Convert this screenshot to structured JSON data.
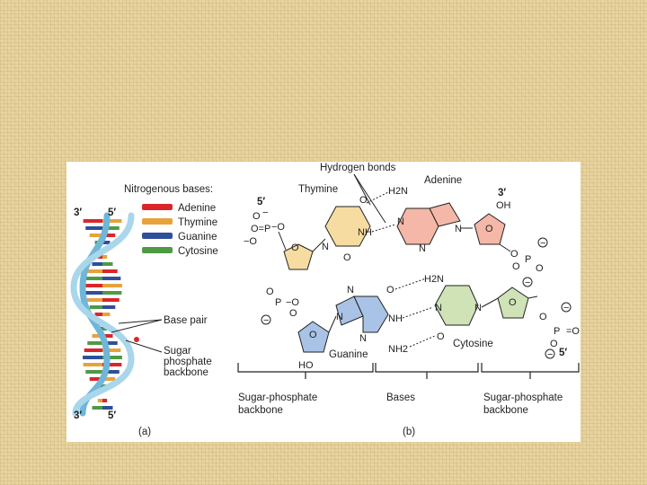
{
  "panel_a": {
    "strand_top_left": "3′",
    "strand_top_right": "5′",
    "strand_bottom_left": "3′",
    "strand_bottom_right": "5′",
    "legend_title": "Nitrogenous bases:",
    "legend": [
      {
        "label": "Adenine",
        "color": "#d9262b"
      },
      {
        "label": "Thymine",
        "color": "#e8a23a"
      },
      {
        "label": "Guanine",
        "color": "#2f4f9a"
      },
      {
        "label": "Cytosine",
        "color": "#4f9a45"
      }
    ],
    "base_pair_label": "Base pair",
    "sugar_label_1": "Sugar",
    "sugar_label_2": "phosphate",
    "sugar_label_3": "backbone",
    "caption": "(a)"
  },
  "panel_b": {
    "hydrogen_bonds": "Hydrogen bonds",
    "adenine": "Adenine",
    "thymine": "Thymine",
    "guanine": "Guanine",
    "cytosine": "Cytosine",
    "prime5_top": "5′",
    "prime3_top": "3′",
    "prime5_bottom": "5′",
    "oh": "OH",
    "ho": "HO",
    "h2n_adenine": "H2N",
    "h2n_cytosine": "H2N",
    "nh_thymine": "NH",
    "nh_guanine": "NH",
    "nh2_guanine": "NH2",
    "bracket_left_1": "Sugar-phosphate",
    "bracket_left_2": "backbone",
    "bracket_mid": "Bases",
    "bracket_right_1": "Sugar-phosphate",
    "bracket_right_2": "backbone",
    "caption": "(b)"
  },
  "colors": {
    "adenine_ring": "#f4b7a8",
    "thymine_ring": "#f6dca0",
    "guanine_ring": "#a9c3e6",
    "cytosine_ring": "#cfe3b6",
    "sugar_top_right": "#f4b7a8",
    "sugar_top_left": "#f6dca0",
    "sugar_bottom_left": "#a9c3e6",
    "sugar_bottom_right": "#cfe3b6"
  }
}
